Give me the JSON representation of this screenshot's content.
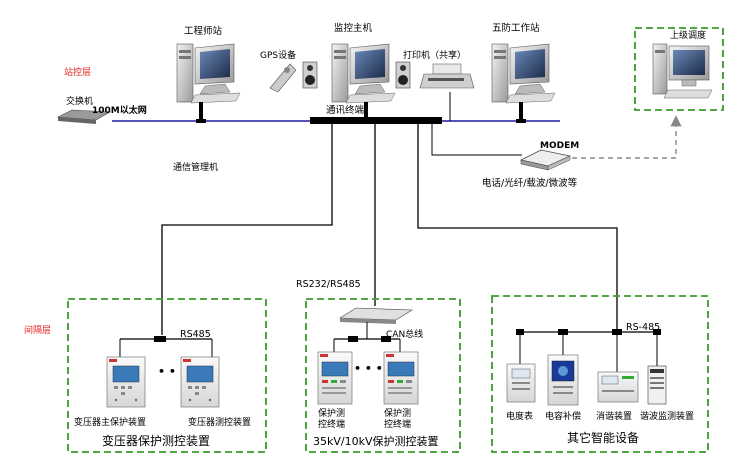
{
  "layers": {
    "station": "站控层",
    "bay": "间隔层"
  },
  "station": {
    "engineer": "工程师站",
    "monitor_host": "监控主机",
    "five_defense": "五防工作站",
    "gps": "GPS设备",
    "printer": "打印机（共享）",
    "upper_dispatch": "上级调度",
    "switch": "交换机",
    "ethernet": "100M以太网",
    "comm_terminal": "通讯终端",
    "comm_manager": "通信管理机",
    "modem": "MODEM",
    "modem_channel": "电话/光纤/载波/微波等"
  },
  "buses": {
    "rs232_485": "RS232/RS485"
  },
  "groups": {
    "transformer": {
      "bus": "RS485",
      "dots": "• • •",
      "device1": "变压器主保护装置",
      "device2": "变压器测控装置",
      "title": "变压器保护测控装置"
    },
    "feeder": {
      "bus": "CAN总线",
      "dots": "• • •",
      "device1_line1": "保护测",
      "device1_line2": "控终端",
      "device2_line1": "保护测",
      "device2_line2": "控终端",
      "title": "35kV/10kV保护测控装置"
    },
    "other": {
      "bus": "RS-485",
      "device1": "电度表",
      "device2": "电容补偿",
      "device3": "消谐装置",
      "device4": "谐波监测装置",
      "title": "其它智能设备"
    }
  },
  "colors": {
    "dashed_border": "#3a9a2a",
    "layer_text": "#e02020",
    "ethernet_line": "#1a1aa0"
  }
}
